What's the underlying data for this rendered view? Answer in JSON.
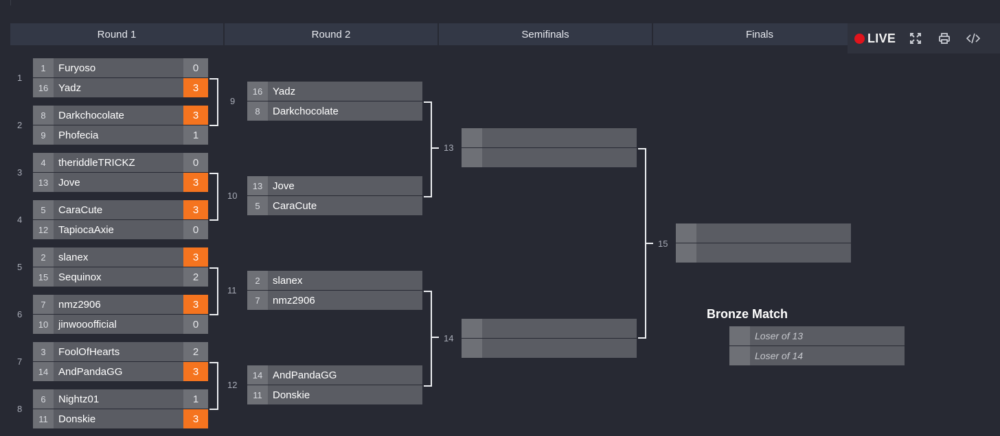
{
  "rounds": [
    "Round 1",
    "Round 2",
    "Semifinals",
    "Finals"
  ],
  "toolbar": {
    "live_label": "LIVE",
    "icons": [
      "record-dot",
      "fullscreen-icon",
      "print-icon",
      "embed-code-icon"
    ]
  },
  "colors": {
    "winner": "#f5741f",
    "live": "#e0141c",
    "background": "#272933"
  },
  "row_labels": [
    "1",
    "2",
    "3",
    "4",
    "5",
    "6",
    "7",
    "8"
  ],
  "round1": [
    {
      "p1": {
        "seed": "1",
        "name": "Furyoso",
        "score": "0"
      },
      "p2": {
        "seed": "16",
        "name": "Yadz",
        "score": "3"
      }
    },
    {
      "p1": {
        "seed": "8",
        "name": "Darkchocolate",
        "score": "3"
      },
      "p2": {
        "seed": "9",
        "name": "Phofecia",
        "score": "1"
      }
    },
    {
      "p1": {
        "seed": "4",
        "name": "theriddleTRICKZ",
        "score": "0"
      },
      "p2": {
        "seed": "13",
        "name": "Jove",
        "score": "3"
      }
    },
    {
      "p1": {
        "seed": "5",
        "name": "CaraCute",
        "score": "3"
      },
      "p2": {
        "seed": "12",
        "name": "TapiocaAxie",
        "score": "0"
      }
    },
    {
      "p1": {
        "seed": "2",
        "name": "slanex",
        "score": "3"
      },
      "p2": {
        "seed": "15",
        "name": "Sequinox",
        "score": "2"
      }
    },
    {
      "p1": {
        "seed": "7",
        "name": "nmz2906",
        "score": "3"
      },
      "p2": {
        "seed": "10",
        "name": "jinwooofficial",
        "score": "0"
      }
    },
    {
      "p1": {
        "seed": "3",
        "name": "FoolOfHearts",
        "score": "2"
      },
      "p2": {
        "seed": "14",
        "name": "AndPandaGG",
        "score": "3"
      }
    },
    {
      "p1": {
        "seed": "6",
        "name": "Nightz01",
        "score": "1"
      },
      "p2": {
        "seed": "11",
        "name": "Donskie",
        "score": "3"
      }
    }
  ],
  "round2": [
    {
      "num": "9",
      "p1": {
        "seed": "16",
        "name": "Yadz"
      },
      "p2": {
        "seed": "8",
        "name": "Darkchocolate"
      }
    },
    {
      "num": "10",
      "p1": {
        "seed": "13",
        "name": "Jove"
      },
      "p2": {
        "seed": "5",
        "name": "CaraCute"
      }
    },
    {
      "num": "11",
      "p1": {
        "seed": "2",
        "name": "slanex"
      },
      "p2": {
        "seed": "7",
        "name": "nmz2906"
      }
    },
    {
      "num": "12",
      "p1": {
        "seed": "14",
        "name": "AndPandaGG"
      },
      "p2": {
        "seed": "11",
        "name": "Donskie"
      }
    }
  ],
  "semis": [
    {
      "num": "13"
    },
    {
      "num": "14"
    }
  ],
  "final": {
    "num": "15"
  },
  "bronze": {
    "title": "Bronze Match",
    "p1": "Loser of 13",
    "p2": "Loser of 14"
  }
}
